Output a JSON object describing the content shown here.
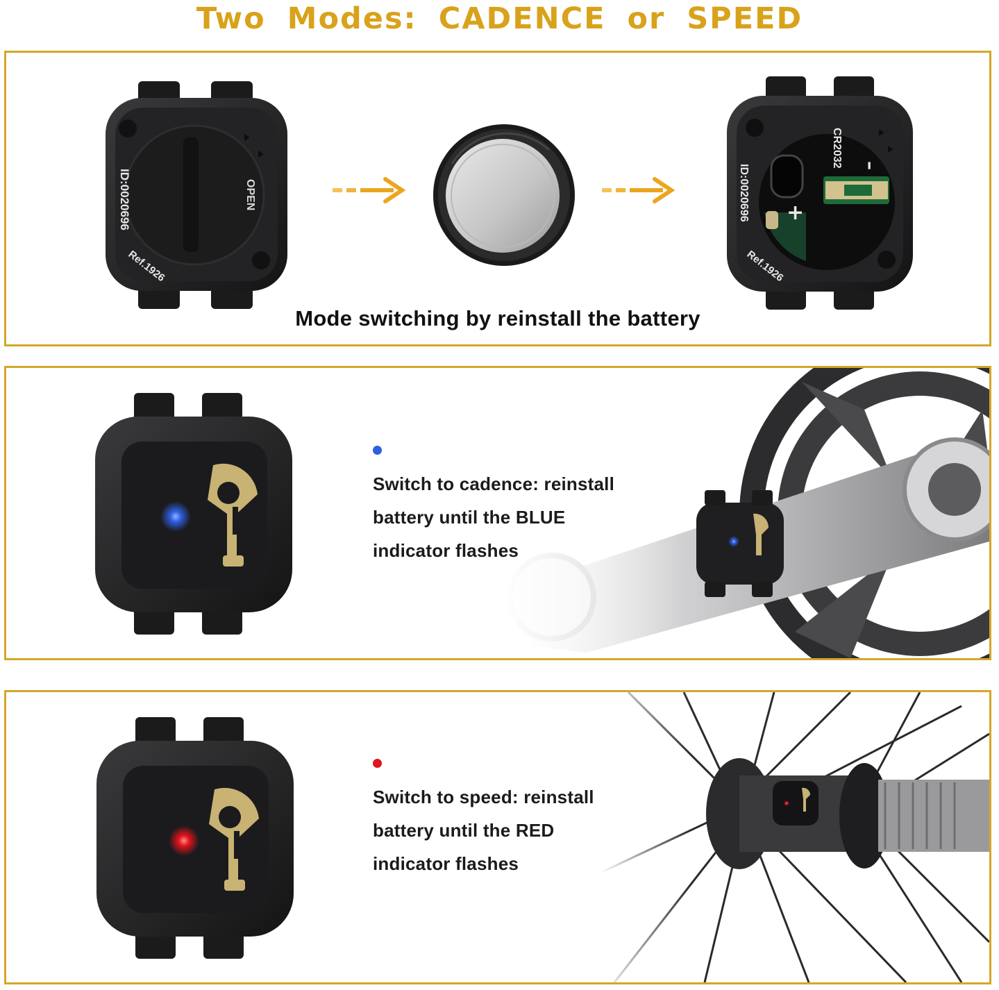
{
  "header": {
    "title": "Two Modes: CADENCE or SPEED"
  },
  "battery_panel": {
    "caption": "Mode switching by reinstall the battery",
    "sensor_closed": {
      "id_text": "ID:0020696",
      "ref_text": "Ref.1926",
      "open_text": "OPEN"
    },
    "sensor_open": {
      "id_text": "ID:0020696",
      "ref_text": "Ref.1926",
      "battery_text": "CR2032",
      "plus": "+",
      "minus": "–"
    }
  },
  "cadence_panel": {
    "dot_color": "#2f5fe0",
    "lines": [
      "Switch to cadence: reinstall",
      "battery until the BLUE",
      "indicator flashes"
    ]
  },
  "speed_panel": {
    "dot_color": "#e0141c",
    "lines": [
      "Switch to speed: reinstall",
      "battery until the RED",
      "indicator flashes"
    ]
  },
  "colors": {
    "accent": "#d9a21b",
    "border": "#d4a72a",
    "blue_led": "#2f5fe0",
    "red_led": "#e0141c"
  }
}
